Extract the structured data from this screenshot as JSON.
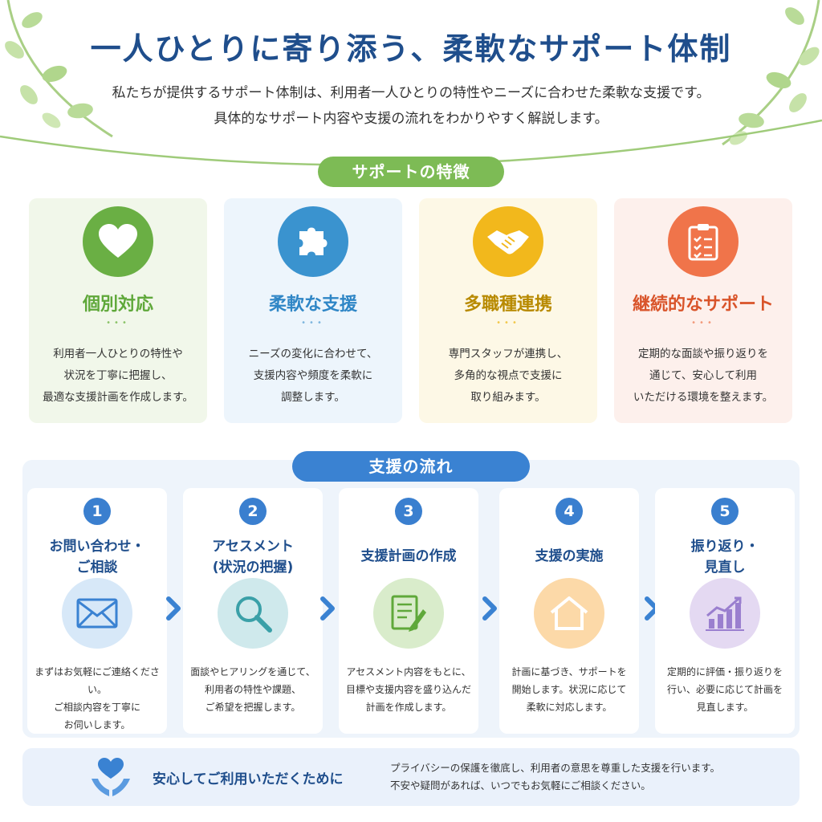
{
  "header": {
    "title": "一人ひとりに寄り添う、柔軟なサポート体制",
    "lead_line1": "私たちが提供するサポート体制は、利用者一人ひとりの特性やニーズに合わせた柔軟な支援です。",
    "lead_line2": "具体的なサポート内容や支援の流れをわかりやすく解説します。"
  },
  "features_section": {
    "heading": "サポートの特徴",
    "items": [
      {
        "name": "個別対応",
        "dots": "•••",
        "icon": "heart-icon",
        "color": "#5fa83a",
        "desc": [
          "利用者一人ひとりの特性や",
          "状況を丁寧に把握し、",
          "最適な支援計画を作成します。"
        ]
      },
      {
        "name": "柔軟な支援",
        "dots": "•••",
        "icon": "puzzle-icon",
        "color": "#2f86c6",
        "desc": [
          "ニーズの変化に合わせて、",
          "支援内容や頻度を柔軟に",
          "調整します。"
        ]
      },
      {
        "name": "多職種連携",
        "dots": "•••",
        "icon": "handshake-icon",
        "color": "#b88a00",
        "desc": [
          "専門スタッフが連携し、",
          "多角的な視点で支援に",
          "取り組みます。"
        ]
      },
      {
        "name": "継続的なサポート",
        "dots": "•••",
        "icon": "clipboard-icon",
        "color": "#d9542a",
        "desc": [
          "定期的な面談や振り返りを",
          "通じて、安心して利用",
          "いただける環境を整えます。"
        ]
      }
    ]
  },
  "flow_section": {
    "heading": "支援の流れ",
    "steps": [
      {
        "number": "1",
        "name": [
          "お問い合わせ・",
          "ご相談"
        ],
        "icon": "envelope-icon",
        "desc": [
          "まずはお気軽にご連絡ください。",
          "ご相談内容を丁寧に",
          "お伺いします。"
        ]
      },
      {
        "number": "2",
        "name": [
          "アセスメント",
          "(状況の把握)"
        ],
        "icon": "magnifier-icon",
        "desc": [
          "面談やヒアリングを通じて、",
          "利用者の特性や課題、",
          "ご希望を把握します。"
        ]
      },
      {
        "number": "3",
        "name": [
          "支援計画の作成"
        ],
        "icon": "document-pen-icon",
        "desc": [
          "アセスメント内容をもとに、",
          "目標や支援内容を盛り込んだ",
          "計画を作成します。"
        ]
      },
      {
        "number": "4",
        "name": [
          "支援の実施"
        ],
        "icon": "house-icon",
        "desc": [
          "計画に基づき、サポートを",
          "開始します。状況に応じて",
          "柔軟に対応します。"
        ]
      },
      {
        "number": "5",
        "name": [
          "振り返り・",
          "見直し"
        ],
        "icon": "bar-chart-icon",
        "desc": [
          "定期的に評価・振り返りを",
          "行い、必要に応じて計画を",
          "見直します。"
        ]
      }
    ]
  },
  "footer": {
    "heading": "安心してご利用いただくために",
    "text_line1": "プライバシーの保護を徹底し、利用者の意思を尊重した支援を行います。",
    "text_line2": "不安や疑問があれば、いつでもお気軽にご相談ください。",
    "icon": "heart-hands-icon"
  },
  "colors": {
    "title": "#1f4e8c",
    "green_pill": "#7dbb55",
    "blue_pill": "#3a82d2",
    "step_number": "#3a7fcf"
  }
}
